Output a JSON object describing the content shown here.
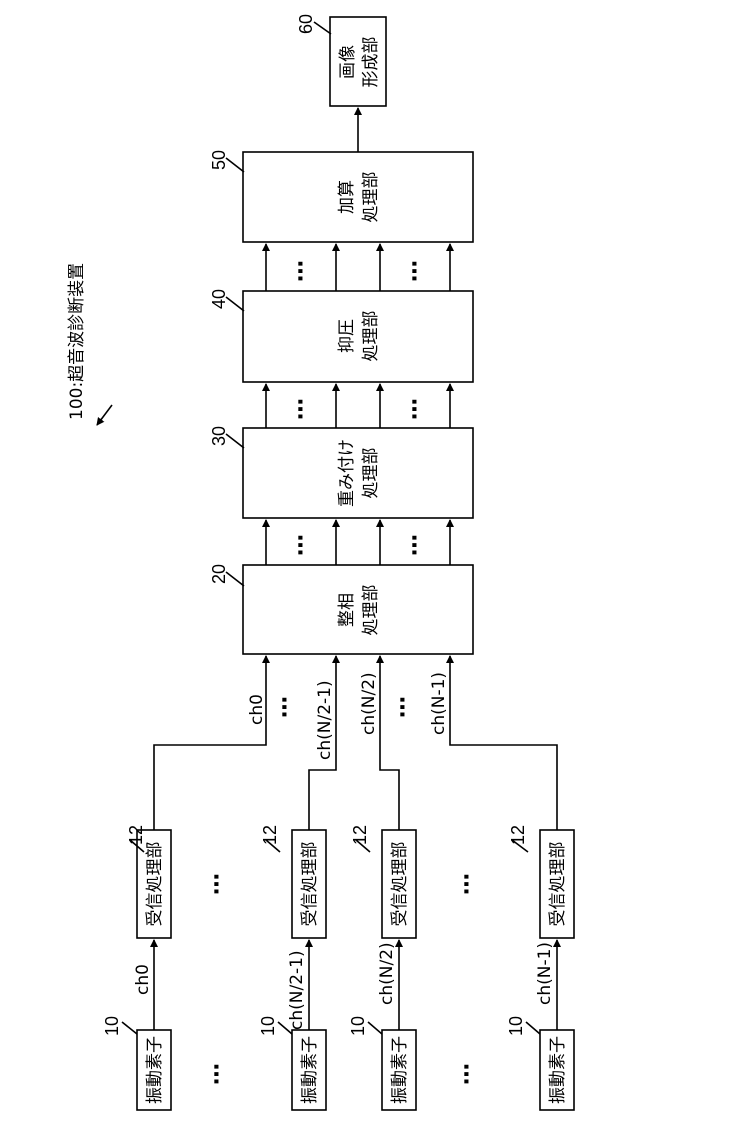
{
  "device_label": "100:超音波診断装置",
  "blocks": {
    "element": "振動素子",
    "receiver": "受信処理部",
    "phasing_l1": "整相",
    "phasing_l2": "処理部",
    "weighting_l1": "重み付け",
    "weighting_l2": "処理部",
    "suppression_l1": "抑圧",
    "suppression_l2": "処理部",
    "adding_l1": "加算",
    "adding_l2": "処理部",
    "image_l1": "画像",
    "image_l2": "形成部"
  },
  "refs": {
    "element": "10",
    "receiver": "12",
    "phasing": "20",
    "weighting": "30",
    "suppression": "40",
    "adding": "50",
    "image": "60"
  },
  "channels": [
    "ch0",
    "ch(N/2-1)",
    "ch(N/2)",
    "ch(N-1)"
  ],
  "ellipsis": "…"
}
